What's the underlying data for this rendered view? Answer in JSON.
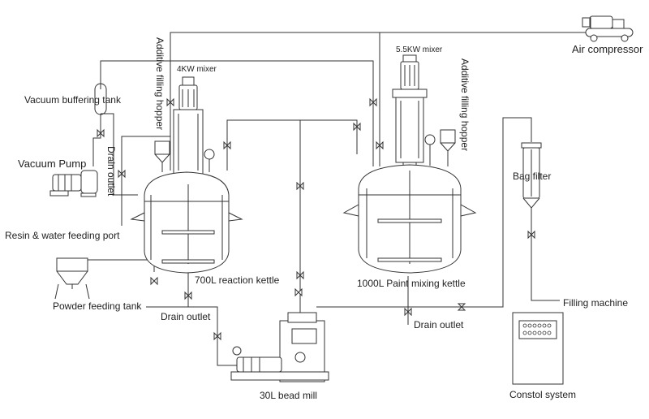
{
  "labels": {
    "vacuum_buffering_tank": "Vacuum buffering tank",
    "vacuum_pump": "Vacuum Pump",
    "drain_outlet_vertical": "Drain outlet",
    "resin_water_feeding_port": "Resin & water feeding port",
    "powder_feeding_tank": "Powder feeding tank",
    "additive_filling_hopper_left": "Additive filling hopper",
    "mixer_4kw": "4KW mixer",
    "reaction_kettle_700l": "700L reaction kettle",
    "drain_outlet_left": "Drain outlet",
    "mixer_55kw": "5.5KW mixer",
    "additive_filling_hopper_right": "Additive filling hopper",
    "paint_mixing_kettle_1000l": "1000L Paint mixing kettle",
    "drain_outlet_right": "Drain outlet",
    "air_compressor": "Air compressor",
    "bag_filter": "Bag filter",
    "filling_machine": "Filling machine",
    "bead_mill_30l": "30L bead mill",
    "control_system": "Constol system"
  },
  "colors": {
    "line": "#333333",
    "background": "#ffffff"
  },
  "icons": {
    "valve": "bowtie-valve-icon",
    "gauge": "pressure-gauge-icon"
  }
}
